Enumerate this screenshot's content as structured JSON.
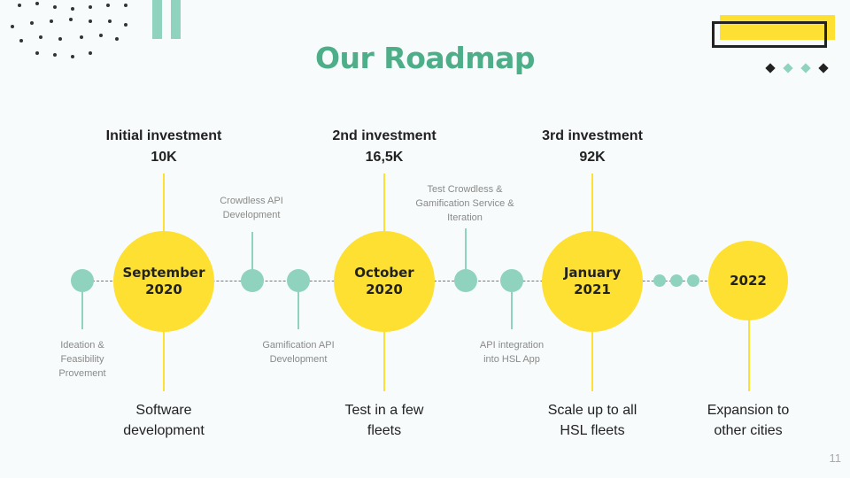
{
  "title": "Our Roadmap",
  "page_number": "11",
  "milestones": [
    {
      "heading_line1": "Initial investment",
      "heading_line2": "10K",
      "circle_line1": "September",
      "circle_line2": "2020",
      "bottom_line1": "Software",
      "bottom_line2": "development"
    },
    {
      "heading_line1": "2nd investment",
      "heading_line2": "16,5K",
      "circle_line1": "October",
      "circle_line2": "2020",
      "bottom_line1": "Test in a few",
      "bottom_line2": "fleets"
    },
    {
      "heading_line1": "3rd investment",
      "heading_line2": "92K",
      "circle_line1": "January",
      "circle_line2": "2021",
      "bottom_line1": "Scale up to all",
      "bottom_line2": "HSL fleets"
    },
    {
      "circle_line1": "2022",
      "bottom_line1": "Expansion to",
      "bottom_line2": "other cities"
    }
  ],
  "steps": [
    {
      "line1": "Ideation &",
      "line2": "Feasibility",
      "line3": "Provement"
    },
    {
      "line1": "Crowdless API",
      "line2": "Development"
    },
    {
      "line1": "Gamification API",
      "line2": "Development"
    },
    {
      "line1": "Test Crowdless &",
      "line2": "Gamification Service &",
      "line3": "Iteration"
    },
    {
      "line1": "API integration",
      "line2": "into HSL App"
    }
  ],
  "colors": {
    "accent_green": "#8fd3be",
    "title_green": "#4fae8a",
    "yellow": "#fde031"
  }
}
